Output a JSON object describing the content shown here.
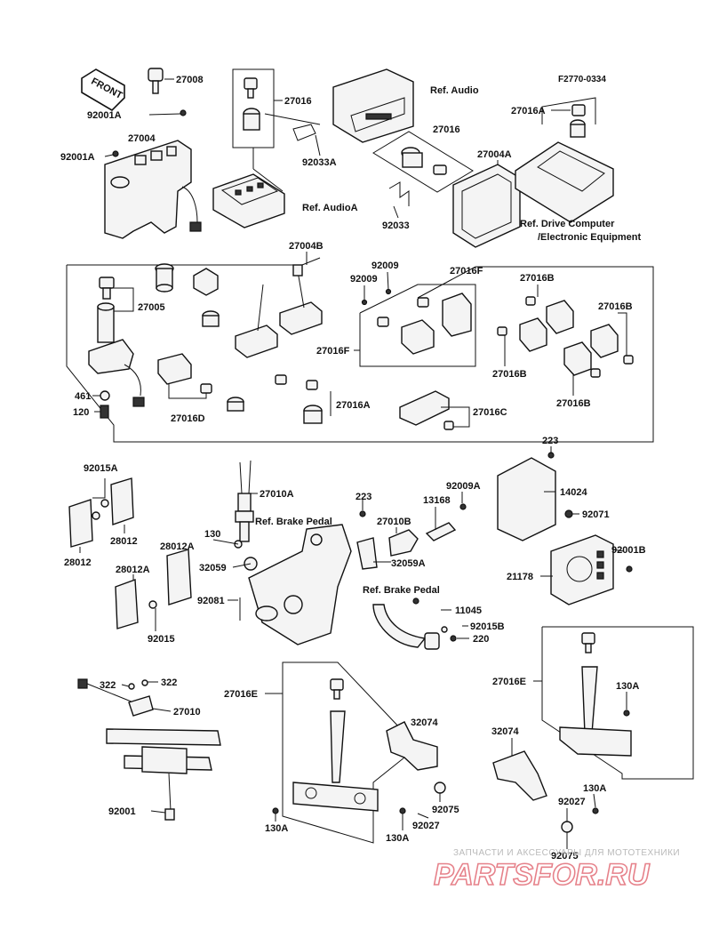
{
  "diagram_code": "F2770-0334",
  "front_arrow": "FRONT",
  "refs": {
    "audio": "Ref. Audio",
    "audio_a": "Ref. AudioA",
    "drive_computer_line1": "Ref. Drive Computer",
    "drive_computer_line2": "/Electronic Equipment",
    "brake_pedal_1": "Ref. Brake Pedal",
    "brake_pedal_2": "Ref. Brake Pedal"
  },
  "parts": {
    "p27008": "27008",
    "p92001A_1": "92001A",
    "p92001A_2": "92001A",
    "p27004": "27004",
    "p27016_top": "27016",
    "p92033A": "92033A",
    "p27016_mid": "27016",
    "p92033": "92033",
    "p27004A": "27004A",
    "p27016A_top": "27016A",
    "p27004B": "27004B",
    "p92009_1": "92009",
    "p92009_2": "92009",
    "p27016F_1": "27016F",
    "p27016F_2": "27016F",
    "p27016B_1": "27016B",
    "p27016B_2": "27016B",
    "p27016B_3": "27016B",
    "p27016B_4": "27016B",
    "p27005": "27005",
    "p461": "461",
    "p120": "120",
    "p27016D": "27016D",
    "p27016A_mid": "27016A",
    "p27016C": "27016C",
    "p223_1": "223",
    "p14024": "14024",
    "p92071": "92071",
    "p92001B": "92001B",
    "p21178": "21178",
    "p92015A": "92015A",
    "p28012_1": "28012",
    "p28012_2": "28012",
    "p27010A": "27010A",
    "p223_2": "223",
    "p92009A": "92009A",
    "p13168": "13168",
    "p27010B": "27010B",
    "p130": "130",
    "p28012A_1": "28012A",
    "p32059": "32059",
    "p32059A": "32059A",
    "p92081": "92081",
    "p28012A_2": "28012A",
    "p92015": "92015",
    "p11045": "11045",
    "p92015B": "92015B",
    "p220": "220",
    "p322_1": "322",
    "p322_2": "322",
    "p27010": "27010",
    "p92001": "92001",
    "p27016E_1": "27016E",
    "p32074_1": "32074",
    "p130A_1": "130A",
    "p92075_1": "92075",
    "p130A_2": "130A",
    "p92027_1": "92027",
    "p27016E_2": "27016E",
    "p130A_3": "130A",
    "p32074_2": "32074",
    "p130A_4": "130A",
    "p92027_2": "92027",
    "p92075_2": "92075"
  },
  "watermark": {
    "line1": "ЗАПЧАСТИ И АКСЕССУАРЫ ДЛЯ МОТОТЕХНИКИ",
    "line2": "PARTSFOR.RU"
  }
}
